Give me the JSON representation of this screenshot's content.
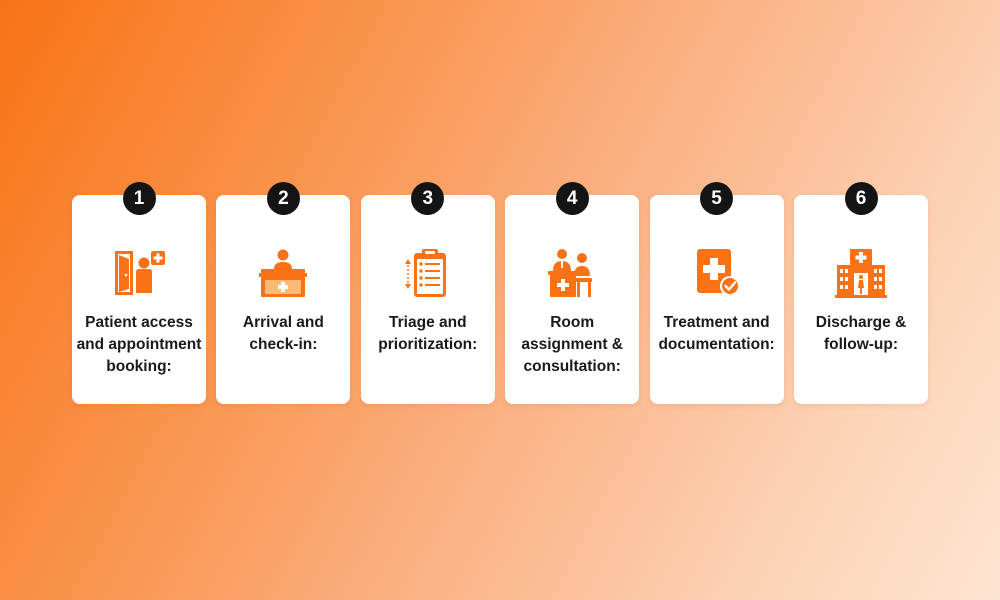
{
  "accent_color": "#F97316",
  "steps": [
    {
      "number": "1",
      "label": "Patient access and appointment booking:",
      "icon": "door-patient-icon"
    },
    {
      "number": "2",
      "label": "Arrival and check-in:",
      "icon": "reception-desk-icon"
    },
    {
      "number": "3",
      "label": "Triage and prioritization:",
      "icon": "clipboard-checklist-icon"
    },
    {
      "number": "4",
      "label": "Room assignment & consultation:",
      "icon": "doctor-consultation-icon"
    },
    {
      "number": "5",
      "label": "Treatment and documentation:",
      "icon": "medical-document-icon"
    },
    {
      "number": "6",
      "label": "Discharge & follow-up:",
      "icon": "hospital-building-icon"
    }
  ]
}
